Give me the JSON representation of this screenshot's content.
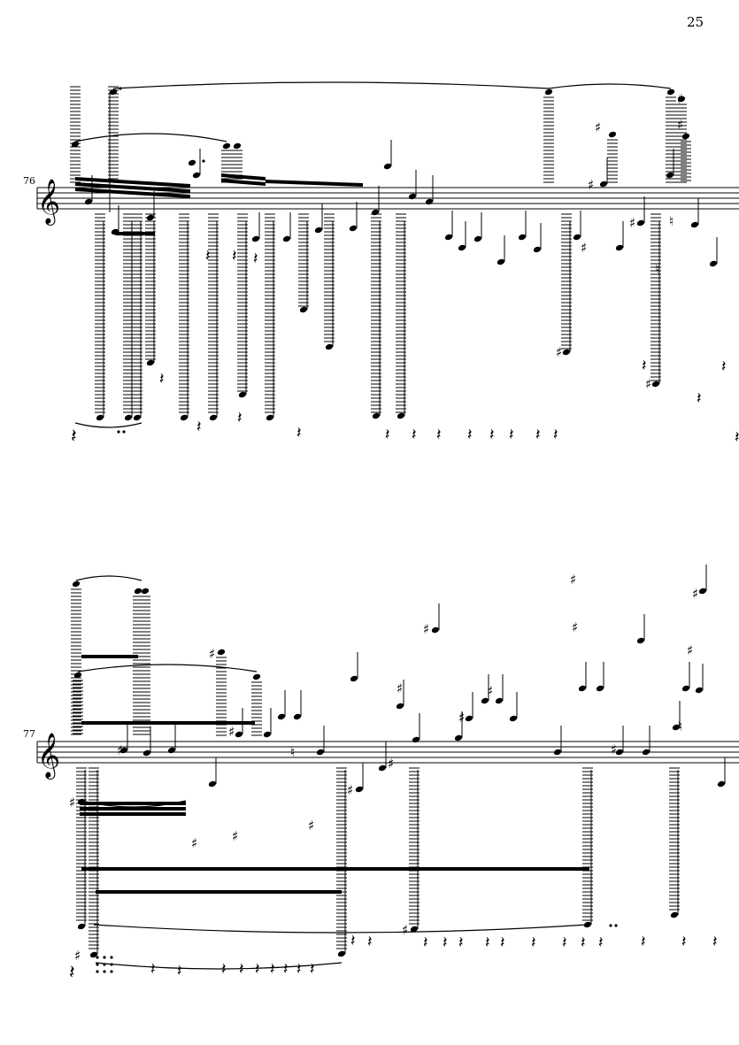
{
  "page": {
    "number": "25"
  },
  "systems": [
    {
      "measure": "76",
      "clef": "treble",
      "clef_glyph": "𝄞"
    },
    {
      "measure": "77",
      "clef": "treble",
      "clef_glyph": "𝄞"
    }
  ],
  "glyphs": {
    "sharp": "♯",
    "natural": "♮",
    "rest": "𝄽",
    "dot": "."
  },
  "ink_color": "#000000"
}
